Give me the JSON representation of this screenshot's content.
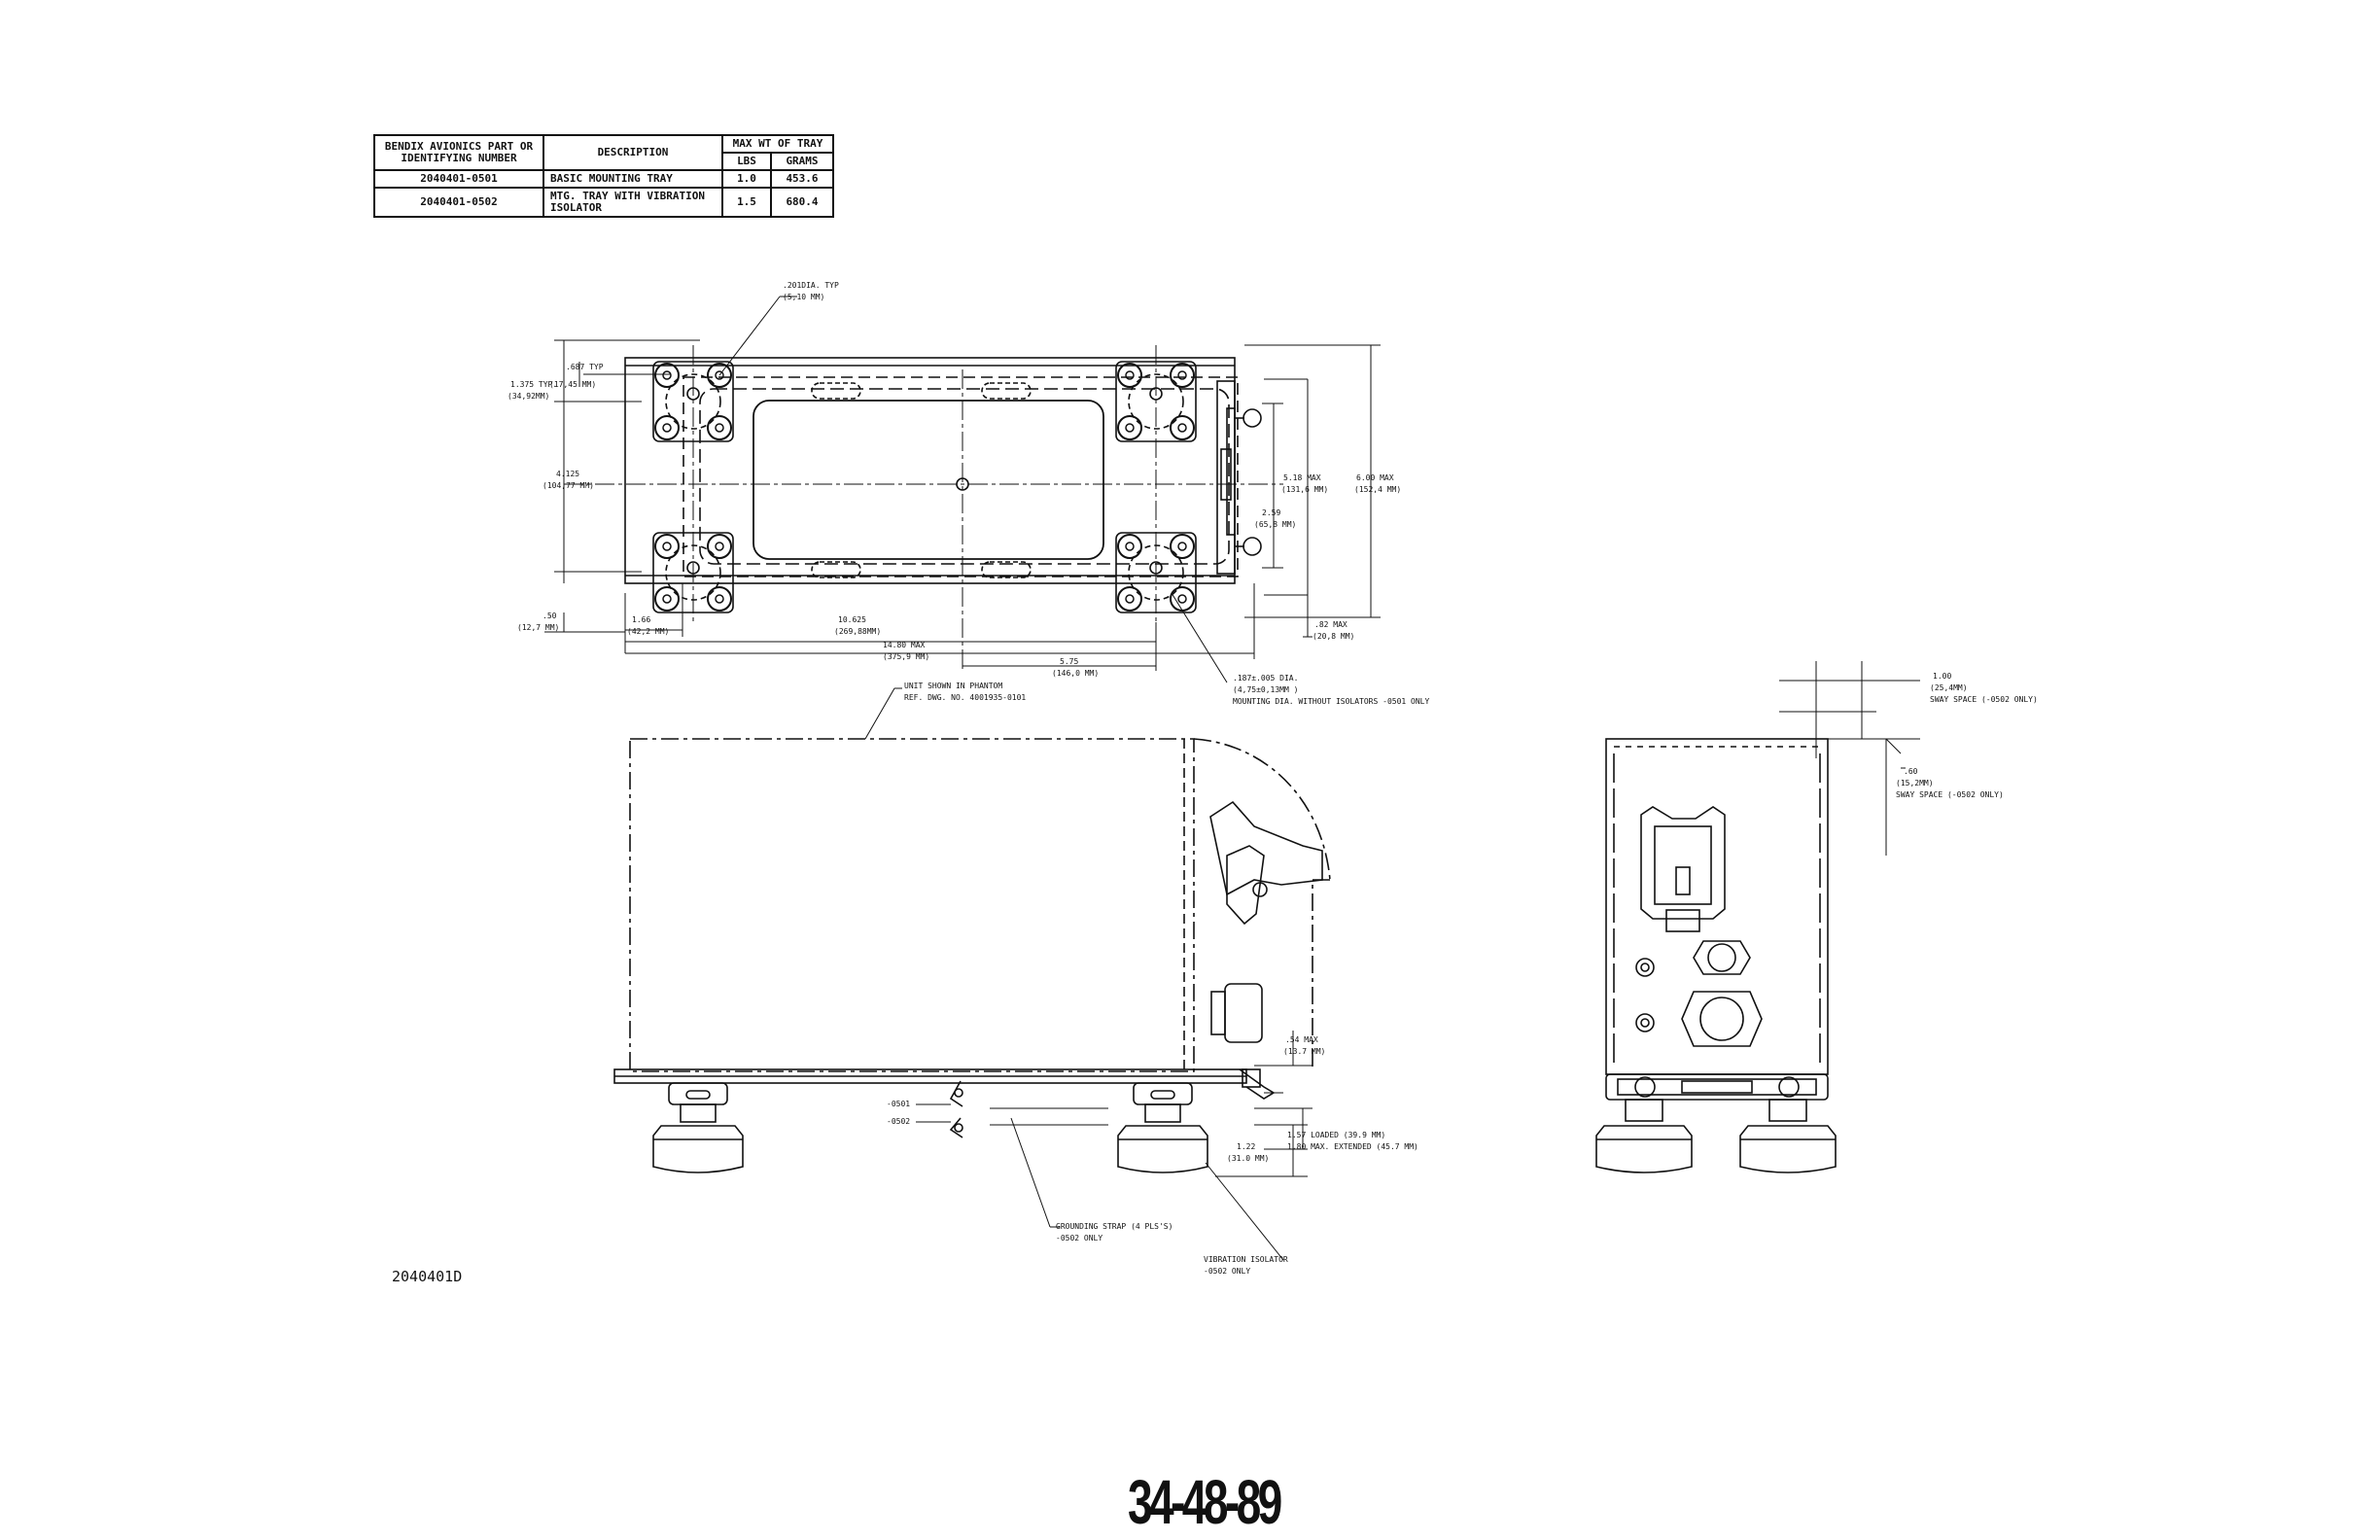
{
  "parts_table": {
    "headers": {
      "part": "BENDIX AVIONICS PART OR IDENTIFYING NUMBER",
      "description": "DESCRIPTION",
      "max_wt": "MAX WT OF TRAY",
      "lbs": "LBS",
      "grams": "GRAMS"
    },
    "rows": [
      {
        "part": "2040401-0501",
        "description": "BASIC MOUNTING TRAY",
        "lbs": "1.0",
        "grams": "453.6"
      },
      {
        "part": "2040401-0502",
        "description": "MTG. TRAY WITH VIBRATION ISOLATOR",
        "lbs": "1.5",
        "grams": "680.4"
      }
    ]
  },
  "top_view": {
    "hole_dia": ".201DIA. TYP",
    "hole_dia_mm": "(5,10 MM)",
    "d_687": ".687 TYP",
    "d_687_mm": "(17,45 MM)",
    "d_1375": "1.375 TYP.",
    "d_1375_mm": "(34,92MM)",
    "d_4125": "4.125",
    "d_4125_mm": "(104,77 MM)",
    "d_50": ".50",
    "d_50_mm": "(12,7 MM)",
    "d_166": "1.66",
    "d_166_mm": "(42,2 MM)",
    "d_10625": "10.625",
    "d_10625_mm": "(269,88MM)",
    "d_1480": "14.80 MAX",
    "d_1480_mm": "(375,9 MM)",
    "d_575": "5.75",
    "d_575_mm": "(146,0 MM)",
    "d_518": "5.18 MAX",
    "d_518_mm": "(131,6 MM)",
    "d_600": "6.00 MAX",
    "d_600_mm": "(152,4 MM)",
    "d_259": "2.59",
    "d_259_mm": "(65,8 MM)",
    "d_82": ".82 MAX",
    "d_82_mm": "(20,8 MM)",
    "mount_dia": ".187±.005 DIA.",
    "mount_dia_mm": "(4,75±0,13MM )",
    "mount_note": "MOUNTING DIA. WITHOUT ISOLATORS -0501 ONLY"
  },
  "side_view": {
    "phantom_note": "UNIT SHOWN IN PHANTOM",
    "phantom_ref": "REF. DWG. NO. 4001935-0101",
    "d_54": ".54 MAX",
    "d_54_mm": "(13.7 MM)",
    "label_0501": "-0501",
    "label_0502": "-0502",
    "d_157": "1.57 LOADED (39.9 MM)",
    "d_180": "1.80 MAX. EXTENDED (45.7 MM)",
    "d_122": "1.22",
    "d_122_mm": "(31.0 MM)",
    "strap_note": "GROUNDING STRAP (4 PLS'S)",
    "strap_sub": "-0502 ONLY",
    "isolator_note": "VIBRATION ISOLATOR",
    "isolator_sub": "-0502 ONLY"
  },
  "end_view": {
    "d_100": "1.00",
    "d_100_mm": "(25,4MM)",
    "sway_100": "SWAY SPACE (-0502 ONLY)",
    "d_60": ".60",
    "d_60_mm": "(15,2MM)",
    "sway_60": "SWAY SPACE (-0502 ONLY)"
  },
  "drawing_number": "2040401D",
  "page_number": "34-48-89"
}
